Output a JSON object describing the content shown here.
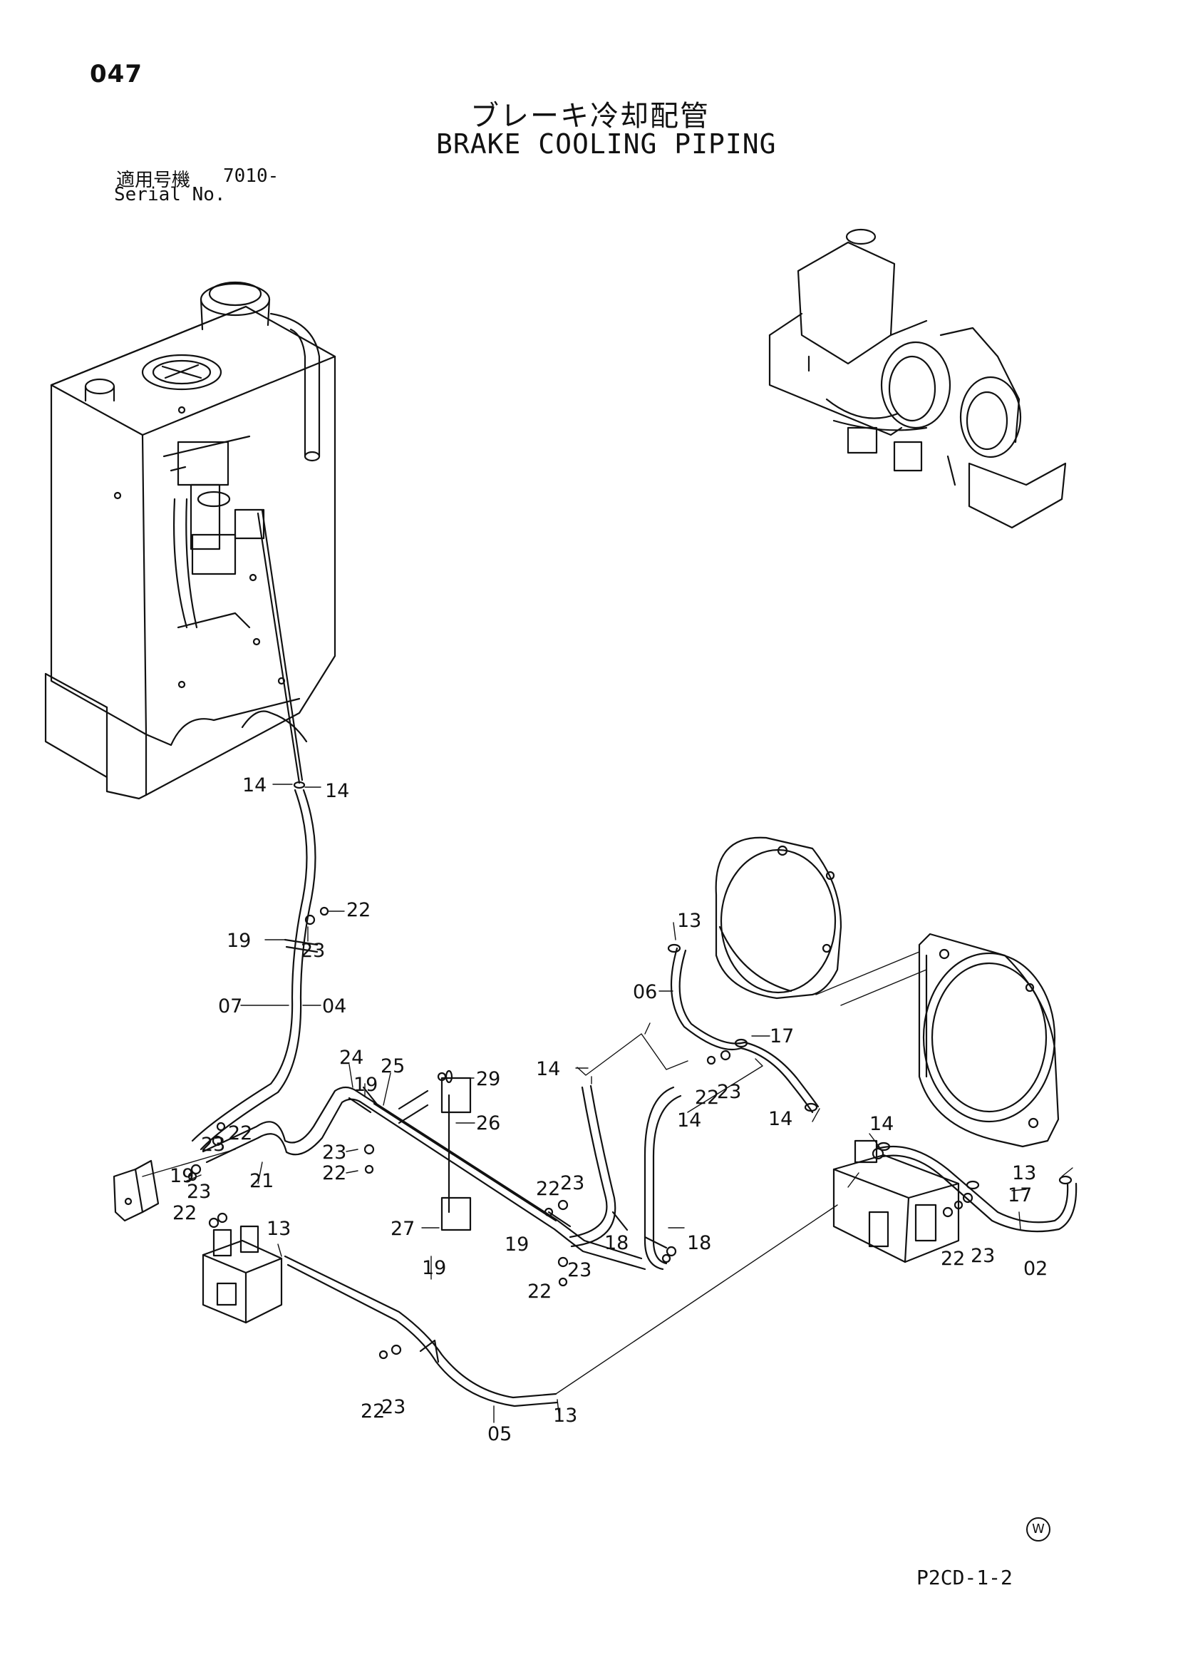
{
  "header": {
    "page_number": "047",
    "title_jp": "ブレーキ冷却配管",
    "title_en": "BRAKE COOLING PIPING",
    "serial_label_jp": "適用号機",
    "serial_value": "7010-",
    "serial_label_en": "Serial No."
  },
  "footer": {
    "drawing_code": "P2CD-1-2",
    "mark": "W"
  },
  "callouts": [
    "14",
    "14",
    "22",
    "19",
    "23",
    "07",
    "04",
    "24",
    "19",
    "25",
    "29",
    "26",
    "23",
    "22",
    "23",
    "22",
    "19",
    "23",
    "22",
    "21",
    "27",
    "13",
    "23",
    "22",
    "23",
    "22",
    "19",
    "18",
    "18",
    "14",
    "13",
    "06",
    "17",
    "22",
    "23",
    "14",
    "14",
    "14",
    "13",
    "17",
    "22",
    "23",
    "02",
    "19",
    "22",
    "23",
    "05",
    "13"
  ],
  "colors": {
    "ink": "#111111",
    "paper": "#ffffff"
  }
}
